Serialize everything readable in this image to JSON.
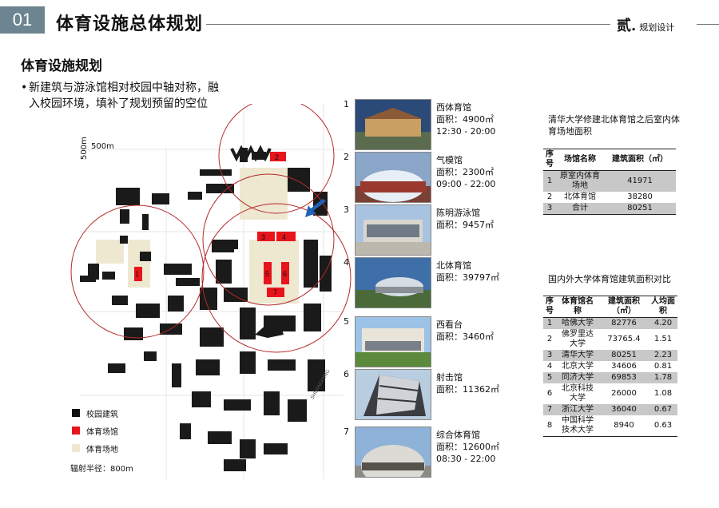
{
  "header": {
    "number": "01",
    "title": "体育设施总体规划",
    "chapter": "贰.",
    "chapter_sub": "规划设计"
  },
  "section_title": "体育设施规划",
  "bullet_text": "新建筑与游泳馆相对校园中轴对称，融入校园环境，填补了规划预留的空位",
  "map": {
    "scale_x": "500m",
    "scale_y": "500m",
    "labels": [
      "1",
      "2",
      "3",
      "4",
      "5",
      "6",
      "7"
    ],
    "legend": [
      {
        "label": "校园建筑",
        "color": "#111111"
      },
      {
        "label": "体育场馆",
        "color": "#e8141b"
      },
      {
        "label": "体育场地",
        "color": "#efe8d0"
      }
    ],
    "radius_note": "辐射半径：800m",
    "road_label": "SHUANGQING"
  },
  "venues": [
    {
      "idx": "1",
      "text": "西体育馆\n面积：4900㎡\n12:30 - 20:00"
    },
    {
      "idx": "2",
      "text": "气模馆\n面积：2300㎡\n09:00 - 22:00"
    },
    {
      "idx": "3",
      "text": "陈明游泳馆\n面积：9457㎡"
    },
    {
      "idx": "4",
      "text": "北体育馆\n面积：39797㎡"
    },
    {
      "idx": "5",
      "text": "西看台\n面积：3460㎡"
    },
    {
      "idx": "6",
      "text": "射击馆\n面积：11362㎡"
    },
    {
      "idx": "7",
      "text": "综合体育馆\n面积：12600㎡\n08:30 - 22:00"
    }
  ],
  "table1": {
    "title": "清华大学修建北体育馆之后室内体育场地面积",
    "headers": [
      "序号",
      "场馆名称",
      "建筑面积（㎡）"
    ],
    "rows": [
      [
        "1",
        "原室内体育场地",
        "41971"
      ],
      [
        "2",
        "北体育馆",
        "38280"
      ],
      [
        "3",
        "合计",
        "80251"
      ]
    ]
  },
  "table2": {
    "title": "国内外大学体育馆建筑面积对比",
    "headers": [
      "序号",
      "体育馆名称",
      "建筑面积（㎡）",
      "人均面积"
    ],
    "rows": [
      [
        "1",
        "哈佛大学",
        "82776",
        "4.20"
      ],
      [
        "2",
        "佛罗里达大学",
        "73765.4",
        "1.51"
      ],
      [
        "3",
        "清华大学",
        "80251",
        "2.23"
      ],
      [
        "4",
        "北京大学",
        "34606",
        "0.81"
      ],
      [
        "5",
        "同济大学",
        "69853",
        "1.78"
      ],
      [
        "6",
        "北京科技大学",
        "26000",
        "1.08"
      ],
      [
        "7",
        "浙江大学",
        "36040",
        "0.67"
      ],
      [
        "8",
        "中国科学技术大学",
        "8940",
        "0.63"
      ]
    ]
  }
}
